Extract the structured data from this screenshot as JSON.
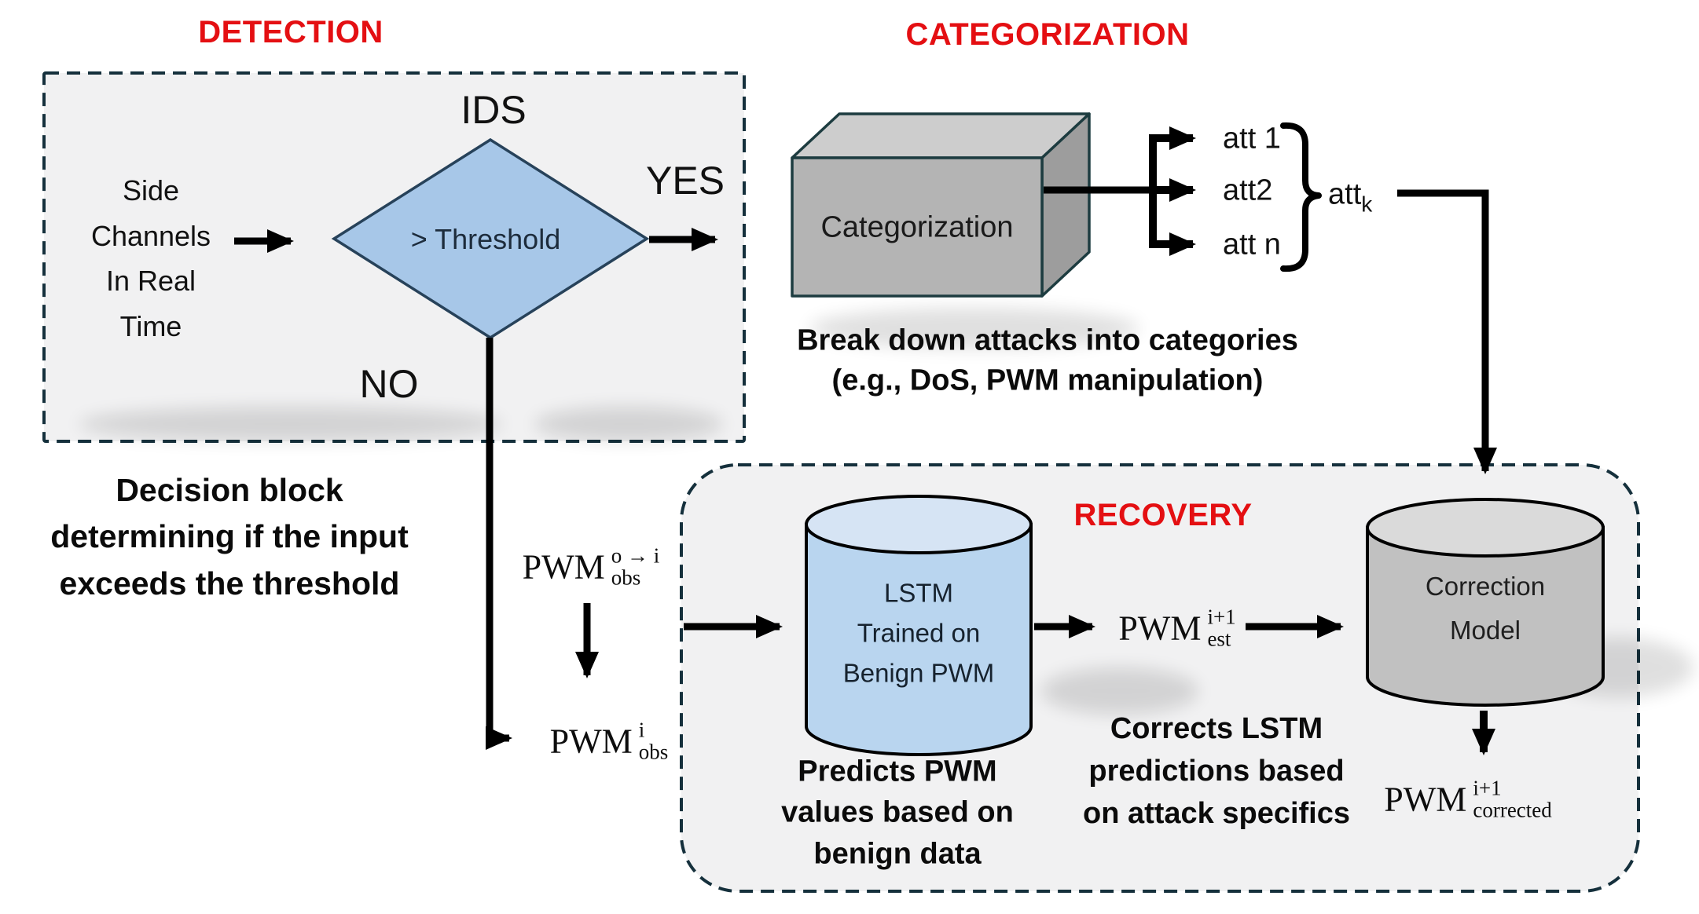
{
  "colors": {
    "accent-red": "#e40f12",
    "panel-fill": "#f1f1f2",
    "panel-stroke": "#15303c",
    "diamond-fill": "#a7c7e8",
    "diamond-stroke": "#27425a",
    "lstm-fill": "#b9d5ef",
    "lstm-top": "#d6e4f4",
    "gray-fill": "#c1c1c1",
    "gray-top": "#dadada",
    "box-front": "#b4b4b4",
    "box-top": "#cdcdcd",
    "box-side": "#9d9d9d",
    "ink": "#000000",
    "navy-text": "#1d2c3c"
  },
  "detection": {
    "title": "DETECTION",
    "input_label": "Side\nChannels\nIn Real\nTime",
    "ids_label": "IDS",
    "diamond_label": "> Threshold",
    "yes_label": "YES",
    "no_label": "NO",
    "caption": "Decision block\ndetermining if the input\nexceeds the threshold"
  },
  "categorization": {
    "title": "CATEGORIZATION",
    "box_label": "Categorization",
    "attack_items": [
      "att 1",
      "att2",
      "att n"
    ],
    "att_k": {
      "base": "att",
      "sub": "k"
    },
    "caption": "Break down attacks into categories\n(e.g., DoS, PWM manipulation)"
  },
  "recovery": {
    "title": "RECOVERY",
    "lstm_label": "LSTM\nTrained on\nBenign PWM",
    "lstm_caption": "Predicts PWM\nvalues based on\nbenign data",
    "correction_label": "Correction\nModel",
    "correction_caption": "Corrects LSTM\npredictions based\non attack specifics"
  },
  "math": {
    "pwm_obs_io": {
      "base": "PWM",
      "sup": "o → i",
      "sub": "obs"
    },
    "pwm_obs_i": {
      "base": "PWM",
      "sup": "i",
      "sub": "obs"
    },
    "pwm_est": {
      "base": "PWM",
      "sup": "i+1",
      "sub": "est"
    },
    "pwm_corrected": {
      "base": "PWM",
      "sup": "i+1",
      "sub": "corrected"
    }
  }
}
